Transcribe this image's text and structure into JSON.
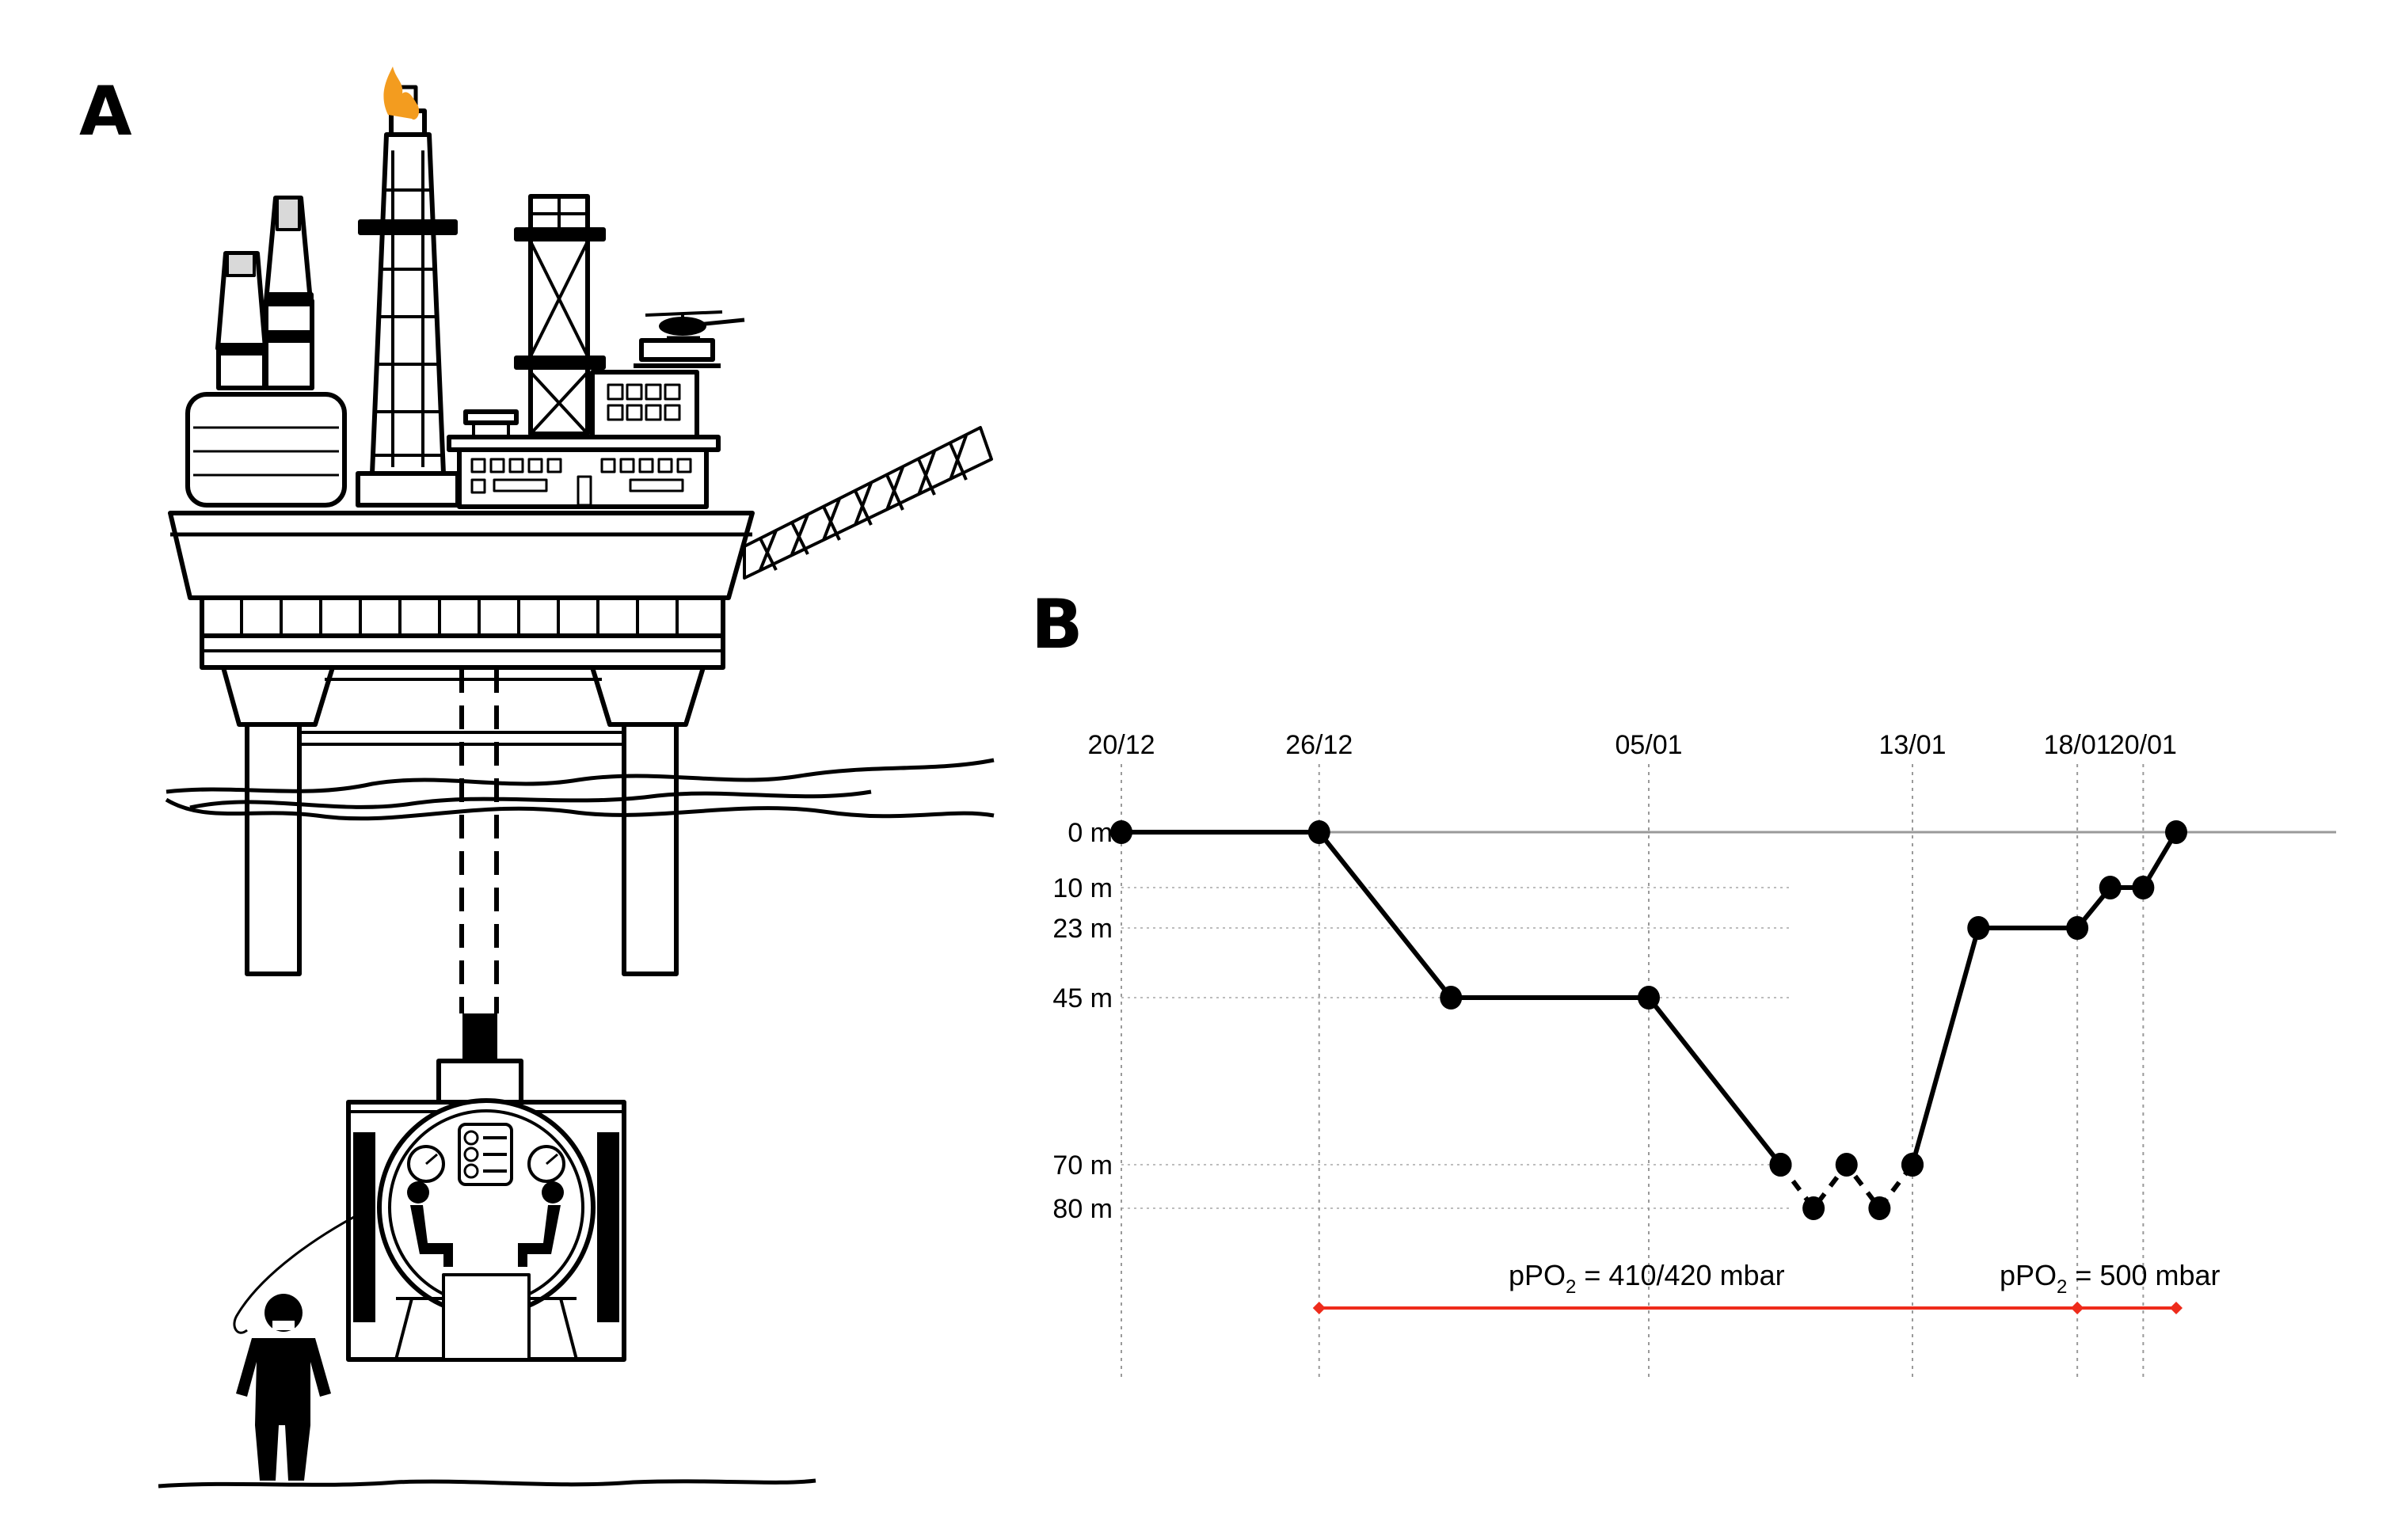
{
  "panels": {
    "a": "A",
    "b": "B"
  },
  "chart_data": {
    "type": "line",
    "date_labels": [
      "20/12",
      "26/12",
      "05/01",
      "13/01",
      "18/01",
      "20/01"
    ],
    "date_ticks": [
      "20/12",
      "26/12",
      "05/01",
      "13/01",
      "18/01",
      "20/01"
    ],
    "depth_ticks": [
      {
        "value": 0,
        "label": "0 m"
      },
      {
        "value": 10,
        "label": "10 m"
      },
      {
        "value": 23,
        "label": "23 m"
      },
      {
        "value": 45,
        "label": "45 m"
      },
      {
        "value": 70,
        "label": "70 m"
      },
      {
        "value": 80,
        "label": "80 m"
      }
    ],
    "y_axis": "depth, increasing downward",
    "grid": true,
    "series": [
      {
        "style": "solid",
        "color": "#000000",
        "points": [
          {
            "x": "20/12",
            "y": 0
          },
          {
            "x": "26/12",
            "y": 0
          },
          {
            "x": "30/12",
            "y": 45
          },
          {
            "x": "05/01",
            "y": 45
          },
          {
            "x": "09/01",
            "y": 70
          }
        ]
      },
      {
        "style": "dashed",
        "color": "#000000",
        "points": [
          {
            "x": "09/01",
            "y": 70
          },
          {
            "x": "10/01",
            "y": 80
          },
          {
            "x": "11/01",
            "y": 70
          },
          {
            "x": "12/01",
            "y": 80
          },
          {
            "x": "13/01",
            "y": 70
          }
        ]
      },
      {
        "style": "solid",
        "color": "#000000",
        "points": [
          {
            "x": "13/01",
            "y": 70
          },
          {
            "x": "15/01",
            "y": 23
          },
          {
            "x": "18/01",
            "y": 23
          },
          {
            "x": "19/01",
            "y": 10
          },
          {
            "x": "20/01",
            "y": 10
          },
          {
            "x": "21/01",
            "y": 0
          }
        ]
      }
    ],
    "annotations": [
      {
        "text_prefix": "pPO",
        "subscript": "2",
        "text_suffix": " = 410/420 mbar",
        "from": "26/12",
        "to": "18/01",
        "color": "#ee2b1b"
      },
      {
        "text_prefix": "pPO",
        "subscript": "2",
        "text_suffix": " = 500 mbar",
        "from": "18/01",
        "to": "21/01",
        "color": "#ee2b1b"
      }
    ]
  },
  "illustration": {
    "flame_color": "#f39c1f"
  }
}
